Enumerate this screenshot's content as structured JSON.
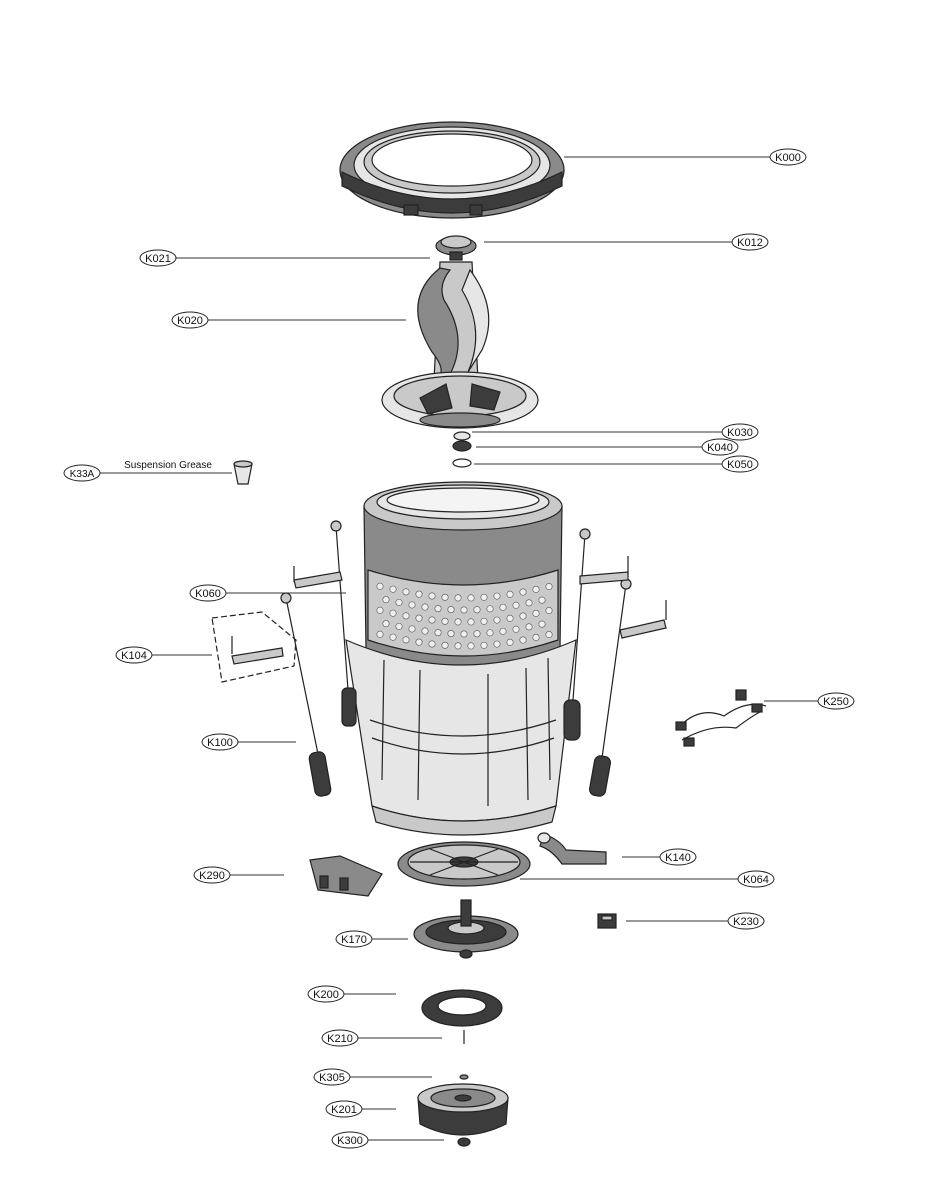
{
  "labels": {
    "k000": "K000",
    "k012": "K012",
    "k021": "K021",
    "k020": "K020",
    "k030": "K030",
    "k040": "K040",
    "k050": "K050",
    "k33a": "K33A",
    "k060": "K060",
    "k104": "K104",
    "k250": "K250",
    "k100": "K100",
    "k140": "K140",
    "k290": "K290",
    "k064": "K064",
    "k230": "K230",
    "k170": "K170",
    "k200": "K200",
    "k210": "K210",
    "k305": "K305",
    "k201": "K201",
    "k300": "K300"
  },
  "annotations": {
    "suspension_grease": "Suspension Grease"
  }
}
